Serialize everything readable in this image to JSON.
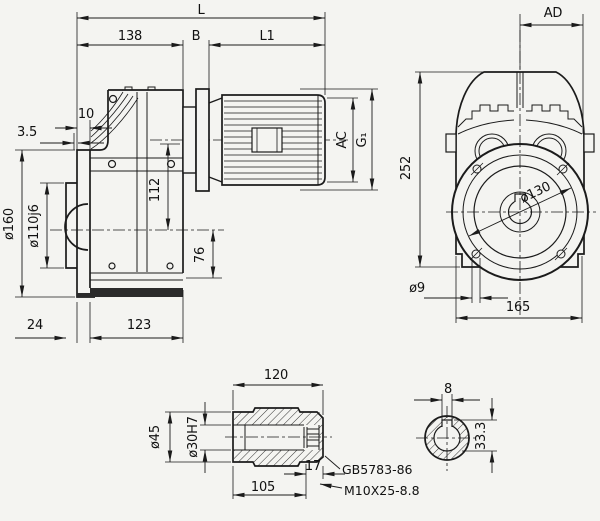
{
  "colors": {
    "background": "#f4f4f1",
    "line": "#1b1b1b"
  },
  "side_view": {
    "dim_L": "L",
    "dim_138": "138",
    "dim_B": "B",
    "dim_L1": "L1",
    "dim_10": "10",
    "dim_3_5": "3.5",
    "dim_d160": "ø160",
    "dim_d110j6": "ø110j6",
    "dim_112": "112",
    "dim_76": "76",
    "dim_24": "24",
    "dim_123": "123",
    "dim_AC": "AC",
    "dim_G1": "G₁"
  },
  "front_view": {
    "dim_AD": "AD",
    "dim_252": "252",
    "dim_d130": "ø130",
    "dim_d9": "ø9",
    "dim_165": "165"
  },
  "shaft_detail": {
    "dim_120": "120",
    "dim_d45": "ø45",
    "dim_d30H7": "ø30H7",
    "dim_17": "17",
    "dim_105": "105",
    "note_standard": "GB5783-86",
    "note_bolt": "M10X25-8.8"
  },
  "shaft_section": {
    "dim_8": "8",
    "dim_33_3": "33.3"
  }
}
